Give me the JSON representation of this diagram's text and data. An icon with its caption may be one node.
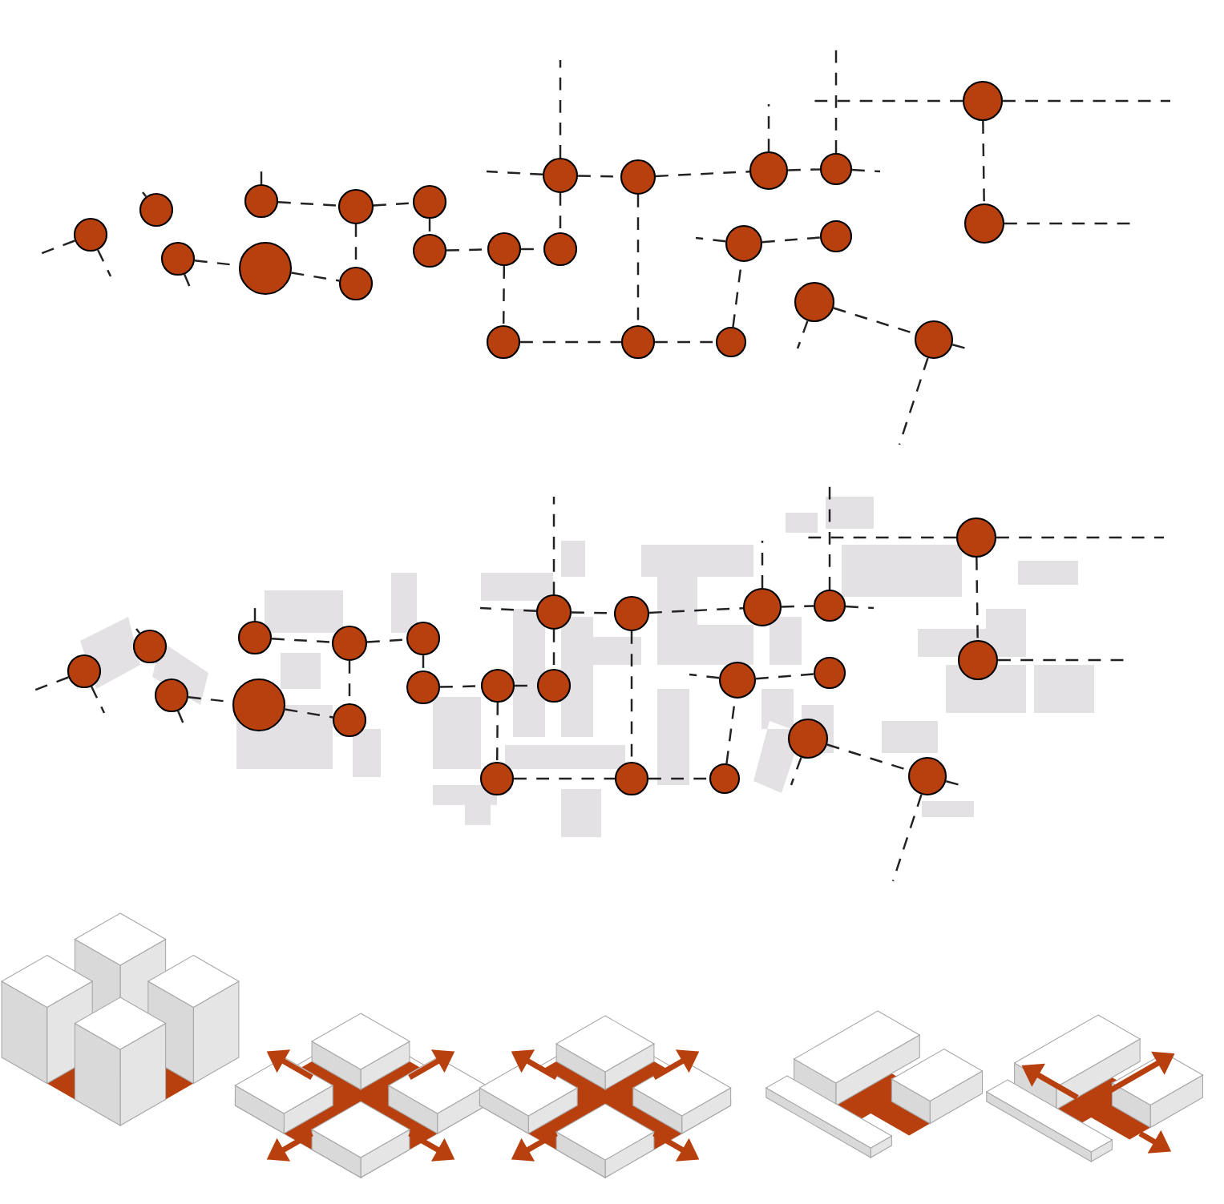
{
  "diagram": {
    "nodes": [
      {
        "text": [],
        "shape": "circle"
      },
      {
        "text": [],
        "shape": "circle"
      },
      {
        "text": [],
        "shape": "circle"
      },
      {
        "text": [],
        "shape": "circle"
      },
      {
        "text": [],
        "shape": "circle"
      },
      {
        "text": [],
        "shape": "circle"
      },
      {
        "text": [],
        "shape": "circle"
      },
      {
        "text": [],
        "shape": "circle"
      },
      {
        "text": [],
        "shape": "circle"
      },
      {
        "text": [],
        "shape": "circle"
      },
      {
        "text": [],
        "shape": "circle"
      },
      {
        "text": [],
        "shape": "circle"
      },
      {
        "text": [],
        "shape": "circle"
      },
      {
        "text": [],
        "shape": "circle"
      },
      {
        "text": [],
        "shape": "circle"
      },
      {
        "text": [],
        "shape": "circle"
      },
      {
        "text": [],
        "shape": "circle"
      },
      {
        "text": [],
        "shape": "circle"
      },
      {
        "text": [],
        "shape": "circle"
      },
      {
        "text": [],
        "shape": "circle"
      },
      {
        "text": [],
        "shape": "circle"
      },
      {
        "text": [],
        "shape": "circle"
      },
      {
        "text": [],
        "shape": "circle"
      },
      {
        "text": [],
        "shape": "circle"
      },
      {
        "text": [],
        "shape": "circle"
      },
      {
        "text": [],
        "shape": "circle"
      },
      {
        "text": [],
        "shape": "circle"
      },
      {
        "text": [],
        "shape": "circle"
      },
      {
        "text": [],
        "shape": "circle"
      },
      {
        "text": [],
        "shape": "circle"
      },
      {
        "text": [],
        "shape": "circle"
      },
      {
        "text": [],
        "shape": "circle"
      },
      {
        "text": [],
        "shape": "circle"
      },
      {
        "text": [],
        "shape": "circle"
      },
      {
        "text": [],
        "shape": "circle"
      },
      {
        "text": [],
        "shape": "circle"
      },
      {
        "text": [],
        "shape": "circle"
      },
      {
        "text": [],
        "shape": "circle"
      },
      {
        "text": [],
        "shape": "circle"
      },
      {
        "text": [],
        "shape": "circle"
      },
      {
        "text": [],
        "shape": "circle"
      },
      {
        "text": [],
        "shape": "circle"
      },
      {
        "text": [],
        "shape": "circle"
      },
      {
        "text": [],
        "shape": "circle"
      },
      {
        "text": [],
        "shape": "circle"
      },
      {
        "text": [],
        "shape": "circle"
      },
      {
        "text": [],
        "shape": "circle"
      },
      {
        "text": [],
        "shape": "circle"
      }
    ],
    "edges": [
      {
        "from": 2,
        "to": 4,
        "arrow": "none",
        "style": "dashed"
      },
      {
        "from": 3,
        "to": 5,
        "arrow": "none",
        "style": "dashed"
      },
      {
        "from": 5,
        "to": 7,
        "arrow": "none",
        "style": "dashed"
      },
      {
        "from": 5,
        "to": 6,
        "arrow": "none",
        "style": "dashed"
      },
      {
        "from": 4,
        "to": 6,
        "arrow": "none",
        "style": "dashed"
      },
      {
        "from": 7,
        "to": 8,
        "arrow": "none",
        "style": "dashed"
      },
      {
        "from": 8,
        "to": 9,
        "arrow": "none",
        "style": "dashed"
      },
      {
        "from": 9,
        "to": 11,
        "arrow": "none",
        "style": "dashed"
      },
      {
        "from": 10,
        "to": 11,
        "arrow": "none",
        "style": "dashed"
      },
      {
        "from": 10,
        "to": 12,
        "arrow": "none",
        "style": "dashed"
      },
      {
        "from": 12,
        "to": 14,
        "arrow": "none",
        "style": "dashed"
      },
      {
        "from": 9,
        "to": 13,
        "arrow": "none",
        "style": "dashed"
      },
      {
        "from": 13,
        "to": 14,
        "arrow": "none",
        "style": "dashed"
      },
      {
        "from": 14,
        "to": 15,
        "arrow": "none",
        "style": "dashed"
      },
      {
        "from": 15,
        "to": 18,
        "arrow": "none",
        "style": "dashed"
      },
      {
        "from": 12,
        "to": 16,
        "arrow": "none",
        "style": "dashed"
      },
      {
        "from": 16,
        "to": 17,
        "arrow": "none",
        "style": "dashed"
      },
      {
        "from": 18,
        "to": 19,
        "arrow": "none",
        "style": "dashed"
      },
      {
        "from": 20,
        "to": 21,
        "arrow": "none",
        "style": "dashed"
      },
      {
        "from": 22,
        "to": 23,
        "arrow": "none",
        "style": "dashed"
      },
      {
        "from": 0,
        "to": null,
        "arrow": "none",
        "style": "dashed"
      },
      {
        "from": 0,
        "to": null,
        "arrow": "none",
        "style": "dashed"
      },
      {
        "from": 2,
        "to": null,
        "arrow": "none",
        "style": "dashed"
      },
      {
        "from": 1,
        "to": null,
        "arrow": "none",
        "style": "dashed"
      },
      {
        "from": 3,
        "to": null,
        "arrow": "none",
        "style": "dashed"
      },
      {
        "from": 10,
        "to": null,
        "arrow": "none",
        "style": "dashed"
      },
      {
        "from": 10,
        "to": null,
        "arrow": "none",
        "style": "dashed"
      },
      {
        "from": 16,
        "to": null,
        "arrow": "none",
        "style": "dashed"
      },
      {
        "from": 17,
        "to": null,
        "arrow": "none",
        "style": "dashed"
      },
      {
        "from": 17,
        "to": null,
        "arrow": "none",
        "style": "dashed"
      },
      {
        "from": 18,
        "to": null,
        "arrow": "none",
        "style": "dashed"
      },
      {
        "from": 20,
        "to": null,
        "arrow": "none",
        "style": "dashed"
      },
      {
        "from": 21,
        "to": null,
        "arrow": "none",
        "style": "dashed"
      },
      {
        "from": 21,
        "to": null,
        "arrow": "none",
        "style": "dashed"
      },
      {
        "from": 22,
        "to": null,
        "arrow": "none",
        "style": "dashed"
      },
      {
        "from": 22,
        "to": null,
        "arrow": "none",
        "style": "dashed"
      },
      {
        "from": 23,
        "to": null,
        "arrow": "none",
        "style": "dashed"
      },
      {
        "from": 26,
        "to": 28,
        "arrow": "none",
        "style": "dashed"
      },
      {
        "from": 27,
        "to": 29,
        "arrow": "none",
        "style": "dashed"
      },
      {
        "from": 29,
        "to": 31,
        "arrow": "none",
        "style": "dashed"
      },
      {
        "from": 29,
        "to": 30,
        "arrow": "none",
        "style": "dashed"
      },
      {
        "from": 28,
        "to": 30,
        "arrow": "none",
        "style": "dashed"
      },
      {
        "from": 31,
        "to": 32,
        "arrow": "none",
        "style": "dashed"
      },
      {
        "from": 32,
        "to": 33,
        "arrow": "none",
        "style": "dashed"
      },
      {
        "from": 33,
        "to": 35,
        "arrow": "none",
        "style": "dashed"
      },
      {
        "from": 34,
        "to": 35,
        "arrow": "none",
        "style": "dashed"
      },
      {
        "from": 34,
        "to": 36,
        "arrow": "none",
        "style": "dashed"
      },
      {
        "from": 36,
        "to": 38,
        "arrow": "none",
        "style": "dashed"
      },
      {
        "from": 33,
        "to": 37,
        "arrow": "none",
        "style": "dashed"
      },
      {
        "from": 37,
        "to": 38,
        "arrow": "none",
        "style": "dashed"
      },
      {
        "from": 38,
        "to": 39,
        "arrow": "none",
        "style": "dashed"
      },
      {
        "from": 39,
        "to": 42,
        "arrow": "none",
        "style": "dashed"
      },
      {
        "from": 36,
        "to": 40,
        "arrow": "none",
        "style": "dashed"
      },
      {
        "from": 40,
        "to": 41,
        "arrow": "none",
        "style": "dashed"
      },
      {
        "from": 42,
        "to": 43,
        "arrow": "none",
        "style": "dashed"
      },
      {
        "from": 44,
        "to": 45,
        "arrow": "none",
        "style": "dashed"
      },
      {
        "from": 46,
        "to": 47,
        "arrow": "none",
        "style": "dashed"
      },
      {
        "from": 24,
        "to": null,
        "arrow": "none",
        "style": "dashed"
      },
      {
        "from": 24,
        "to": null,
        "arrow": "none",
        "style": "dashed"
      },
      {
        "from": 26,
        "to": null,
        "arrow": "none",
        "style": "dashed"
      },
      {
        "from": 25,
        "to": null,
        "arrow": "none",
        "style": "dashed"
      },
      {
        "from": 27,
        "to": null,
        "arrow": "none",
        "style": "dashed"
      },
      {
        "from": 34,
        "to": null,
        "arrow": "none",
        "style": "dashed"
      },
      {
        "from": 34,
        "to": null,
        "arrow": "none",
        "style": "dashed"
      },
      {
        "from": 40,
        "to": null,
        "arrow": "none",
        "style": "dashed"
      },
      {
        "from": 41,
        "to": null,
        "arrow": "none",
        "style": "dashed"
      },
      {
        "from": 41,
        "to": null,
        "arrow": "none",
        "style": "dashed"
      },
      {
        "from": 42,
        "to": null,
        "arrow": "none",
        "style": "dashed"
      },
      {
        "from": 44,
        "to": null,
        "arrow": "none",
        "style": "dashed"
      },
      {
        "from": 45,
        "to": null,
        "arrow": "none",
        "style": "dashed"
      },
      {
        "from": 45,
        "to": null,
        "arrow": "none",
        "style": "dashed"
      },
      {
        "from": 46,
        "to": null,
        "arrow": "none",
        "style": "dashed"
      },
      {
        "from": 46,
        "to": null,
        "arrow": "none",
        "style": "dashed"
      },
      {
        "from": 47,
        "to": null,
        "arrow": "none",
        "style": "dashed"
      }
    ]
  }
}
